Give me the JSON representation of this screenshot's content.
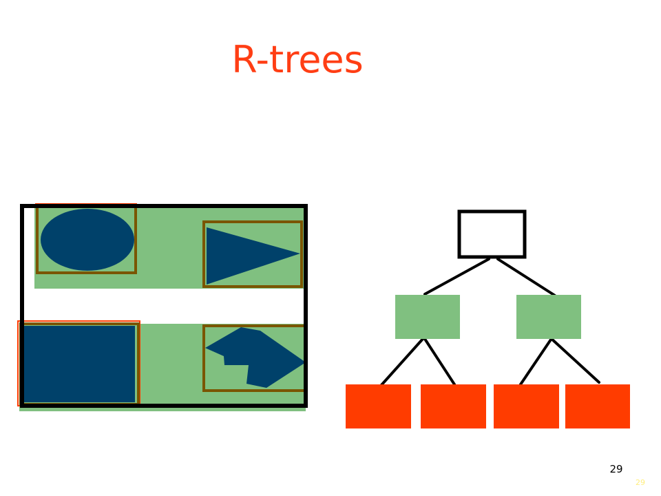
{
  "slide": {
    "title": "R-trees",
    "page_number": "29",
    "page_number_ghost": "29"
  },
  "colors": {
    "title": "#ff3e14",
    "region_fill": "#80c080",
    "shape_fill": "#00416a",
    "mbr_outline": "#7a5500",
    "root_outline": "#000000",
    "leaf_fill": "#ff3c00",
    "ghost_number": "#ffee80"
  },
  "tree": {
    "levels": 3,
    "root_count": 1,
    "internal_count": 2,
    "leaf_count": 4
  }
}
